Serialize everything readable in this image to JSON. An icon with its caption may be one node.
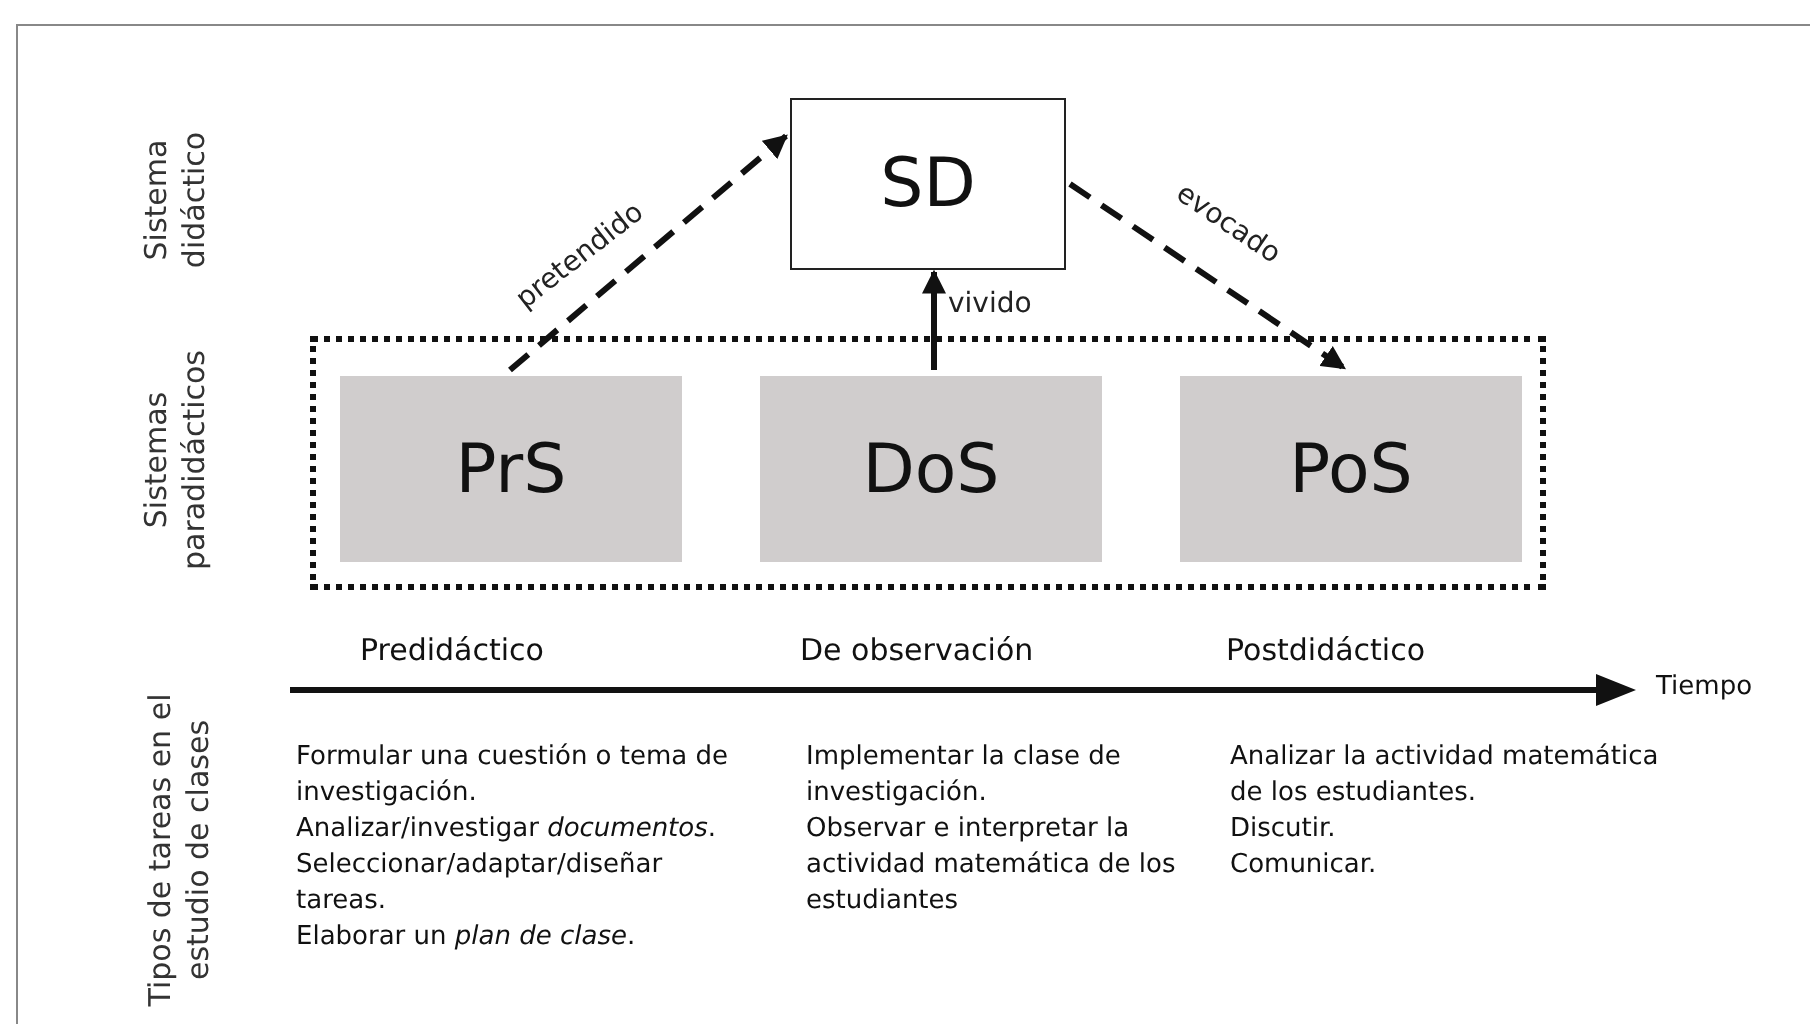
{
  "diagram": {
    "nodes": [
      {
        "text": [
          "SD"
        ]
      },
      {
        "text": [],
        "shape": "box"
      },
      {
        "text": [
          "PrS"
        ],
        "in": 1
      },
      {
        "text": [
          "DoS"
        ],
        "in": 1
      },
      {
        "text": [
          "PoS"
        ],
        "in": 1
      }
    ],
    "edges": [
      {
        "from": 2,
        "to": 0,
        "arrow": "to",
        "label": "pretendido",
        "style": "dashed"
      },
      {
        "from": 3,
        "to": 0,
        "arrow": "to",
        "label": "vivido"
      },
      {
        "from": 0,
        "to": 4,
        "arrow": "to",
        "label": "evocado",
        "style": "dashed"
      }
    ],
    "labels": [
      "Sistema didáctico",
      "Sistemas paradidácticos",
      "Predidáctico",
      "De observación",
      "Postdidáctico",
      "Tiempo",
      "Tipos de tareas en el estudio de clases",
      "Formular una cuestión o tema de investigación.",
      "Analizar/investigar *documentos*.",
      "Seleccionar/adaptar/diseñar tareas.",
      "Elaborar un *plan de clase*.",
      "Implementar la clase de investigación.",
      "Observar e interpretar la actividad matemática de los estudiantes",
      "Analizar la actividad matemática de los estudiantes.",
      "Discutir.",
      "Comunicar."
    ]
  }
}
